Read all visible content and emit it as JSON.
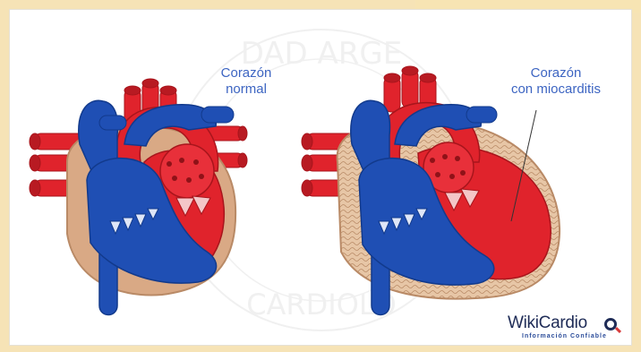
{
  "labels": {
    "normal_heart": "Corazón\nnormal",
    "myocarditis_heart": "Corazón\ncon miocarditis"
  },
  "logo": {
    "brand": "WikiCardio",
    "tagline": "Información Confiable"
  },
  "watermark": {
    "text_top": "DAD ARGE",
    "text_bottom": "CARDIOLO"
  },
  "colors": {
    "background_band": "#f6e3b6",
    "deoxygenated_blue": "#1f4fb4",
    "oxygenated_red": "#e0232c",
    "myocardium_tan": "#d9a985",
    "label_blue": "#3d65c2",
    "logo_navy": "#1f2c57"
  },
  "icons": [
    "heart-normal-illustration",
    "heart-myocarditis-illustration",
    "wikicardio-logo-icon"
  ]
}
